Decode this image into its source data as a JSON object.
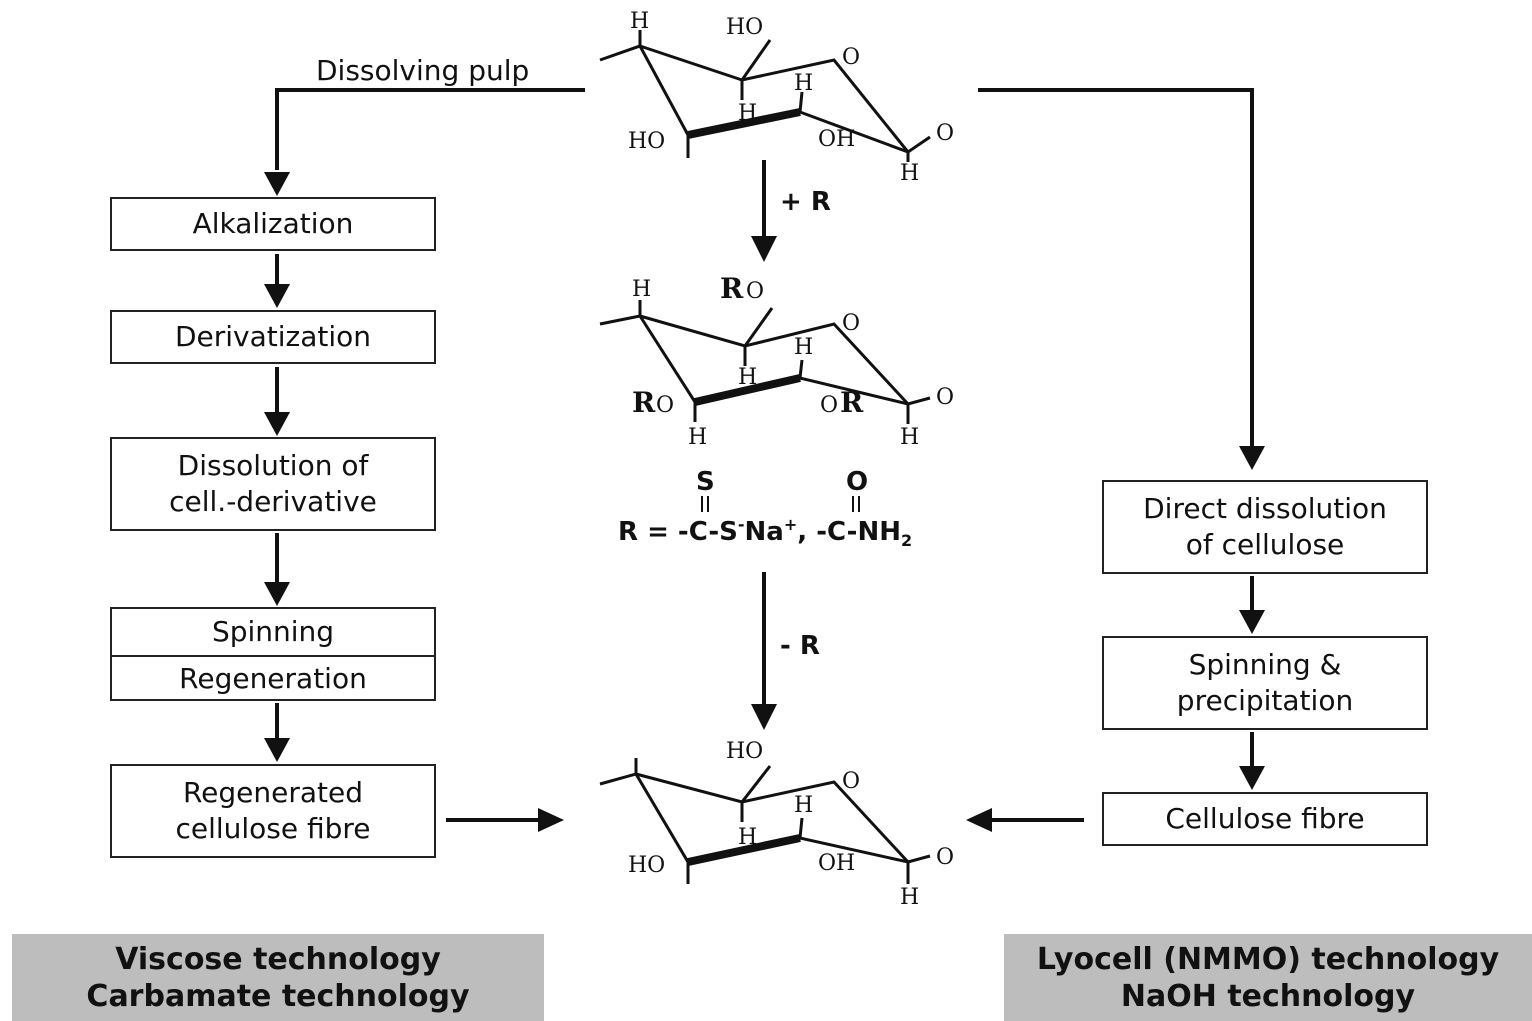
{
  "source_label": "Dissolving pulp",
  "viscose": {
    "steps": [
      "Alkalization",
      "Derivatization",
      "Dissolution of",
      "cell.-derivative",
      "Spinning",
      "Regeneration",
      "Regenerated",
      "cellulose fibre"
    ]
  },
  "lyocell": {
    "steps": [
      "Direct dissolution",
      "of cellulose",
      "Spinning &",
      "precipitation",
      "Cellulose fibre"
    ]
  },
  "center": {
    "add_r": "+ R",
    "remove_r": "- R",
    "r_definition": {
      "prefix": "R = -C-S",
      "minus": "-",
      "na": "Na",
      "plus": "+",
      "mid": ", -C-NH",
      "sub2": "2",
      "s_atom": "S",
      "o_atom": "O"
    }
  },
  "molecule_labels": {
    "h": "H",
    "ho": "HO",
    "o": "O",
    "oh": "OH",
    "r": "R",
    "or_o": "O",
    "ro_o": "O"
  },
  "technology_labels": {
    "left": [
      "Viscose technology",
      "Carbamate technology"
    ],
    "right": [
      "Lyocell (NMMO) technology",
      "NaOH technology"
    ]
  },
  "colors": {
    "line": "#111111",
    "tech_bg": "#bdbdbd"
  }
}
